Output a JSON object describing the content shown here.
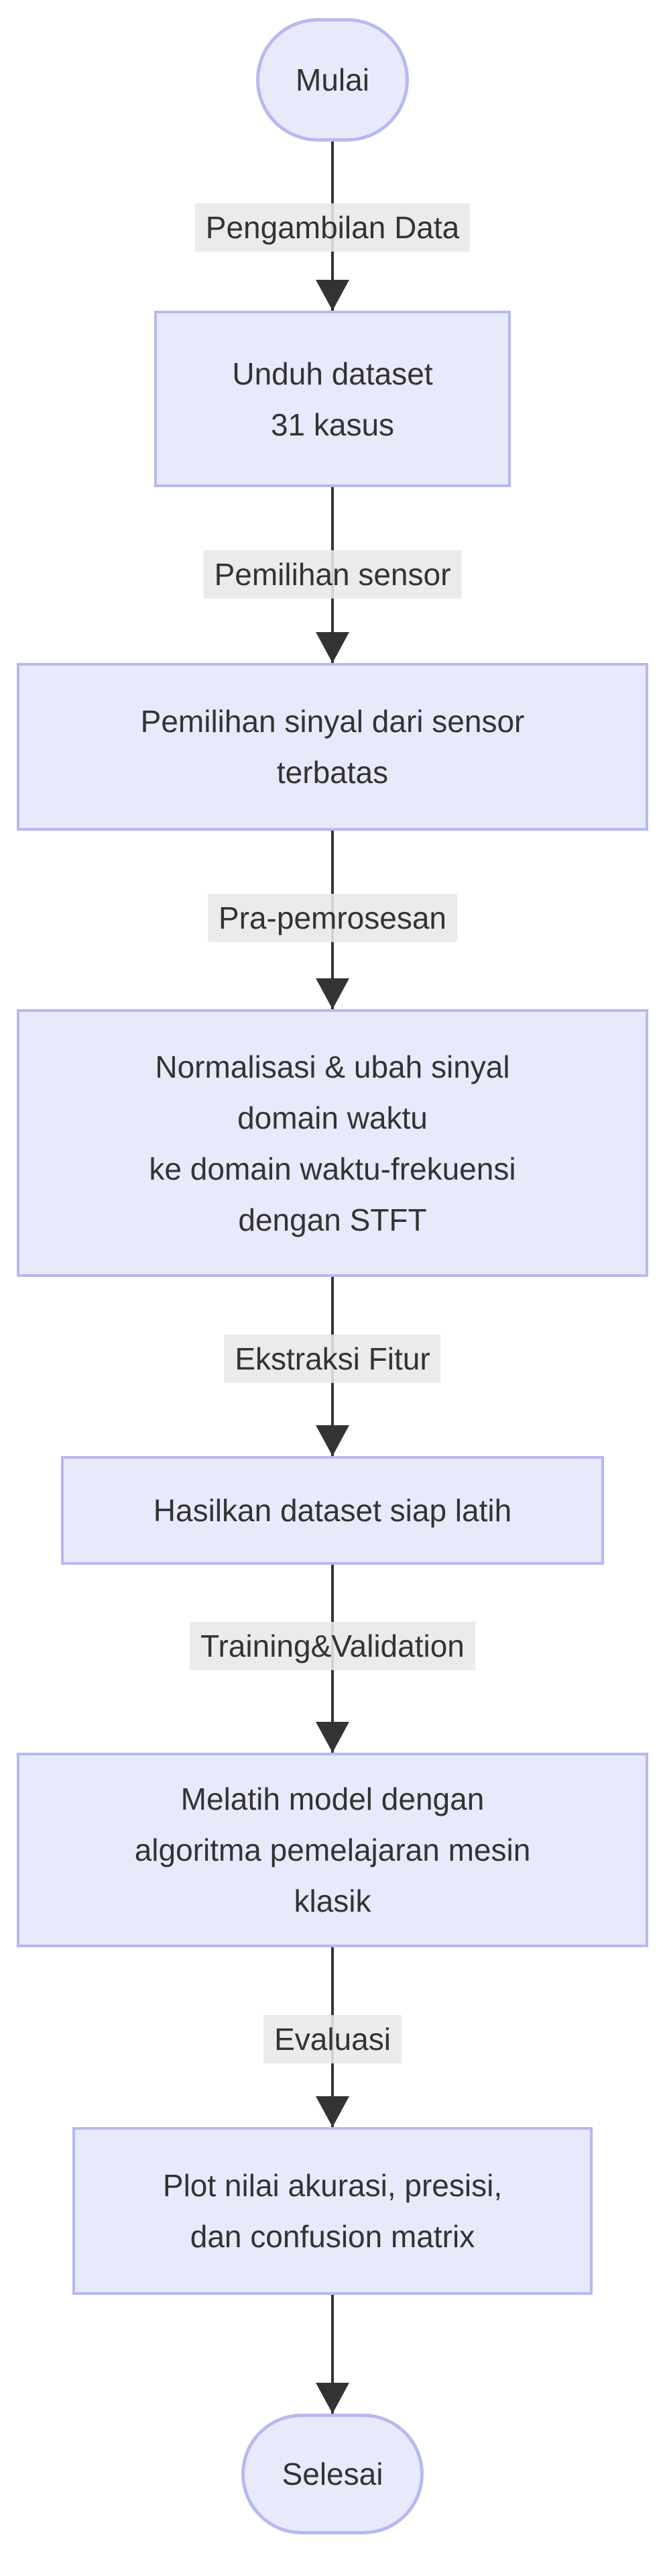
{
  "diagram": {
    "type": "flowchart-top-down",
    "colors": {
      "node_fill": "#E8E9FB",
      "node_border": "#B6B9F0",
      "edge_color": "#333333",
      "label_bg": "#E8E8E8",
      "text_color": "#333333",
      "background": "#FFFFFF"
    },
    "nodes": {
      "start": {
        "label": "Mulai"
      },
      "download": {
        "line1": "Unduh dataset",
        "line2": "31 kasus"
      },
      "sensor": {
        "line1": "Pemilihan sinyal dari sensor",
        "line2": "terbatas"
      },
      "preprocess": {
        "line1": "Normalisasi & ubah sinyal",
        "line2": "domain waktu",
        "line3": "ke domain waktu-frekuensi",
        "line4": "dengan STFT"
      },
      "dataset": {
        "line1": "Hasilkan dataset siap latih"
      },
      "train": {
        "line1": "Melatih model dengan",
        "line2": "algoritma pemelajaran mesin",
        "line3": "klasik"
      },
      "plot": {
        "line1": "Plot nilai akurasi, presisi,",
        "line2": "dan confusion matrix"
      },
      "end": {
        "label": "Selesai"
      }
    },
    "edge_labels": {
      "e1": "Pengambilan Data",
      "e2": "Pemilihan sensor",
      "e3": "Pra-pemrosesan",
      "e4": "Ekstraksi Fitur",
      "e5": "Training&Validation",
      "e6": "Evaluasi"
    }
  }
}
